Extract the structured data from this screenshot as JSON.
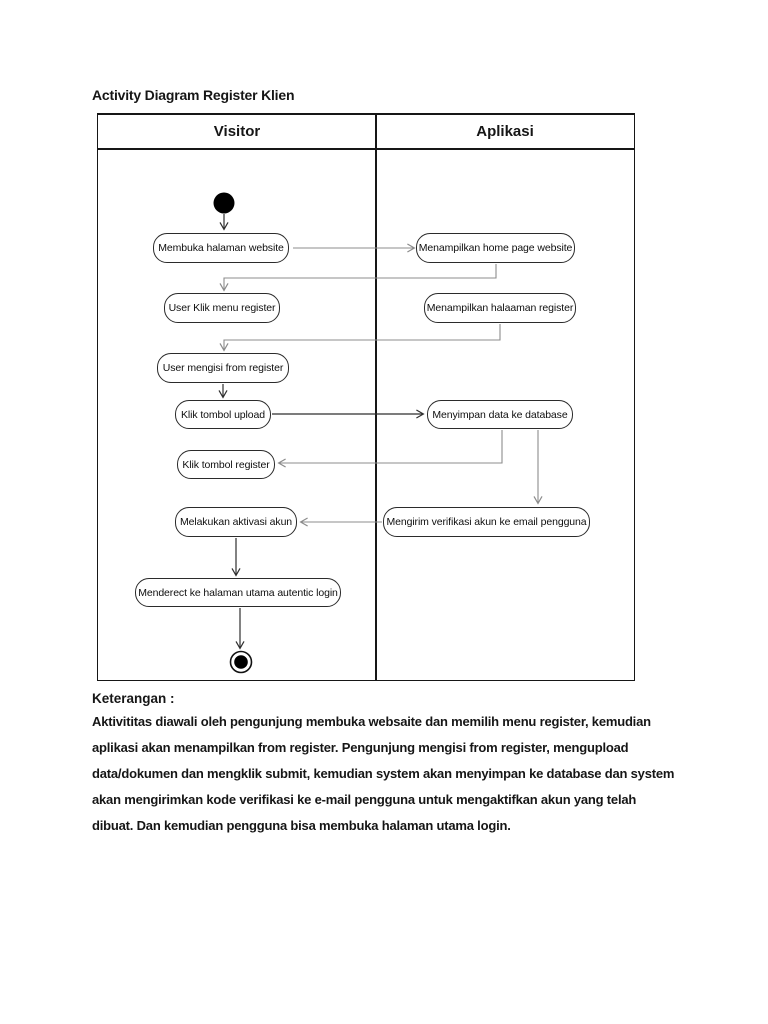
{
  "page": {
    "title": "Activity Diagram Register Klien"
  },
  "diagram": {
    "type": "uml-activity-diagram",
    "lanes": [
      {
        "label": "Visitor"
      },
      {
        "label": "Aplikasi"
      }
    ],
    "nodes": [
      {
        "id": "membuka-halaman-website",
        "lane": "Visitor",
        "label": "Membuka halaman website"
      },
      {
        "id": "menampilkan-home-page-website",
        "lane": "Aplikasi",
        "label": "Menampilkan home page website"
      },
      {
        "id": "user-klik-menu-register",
        "lane": "Visitor",
        "label": "User Klik menu register"
      },
      {
        "id": "menampilkan-halaaman-register",
        "lane": "Aplikasi",
        "label": "Menampilkan halaaman register"
      },
      {
        "id": "user-mengisi-from-register",
        "lane": "Visitor",
        "label": "User mengisi from register"
      },
      {
        "id": "klik-tombol-upload",
        "lane": "Visitor",
        "label": "Klik tombol upload"
      },
      {
        "id": "menyimpan-data-ke-database",
        "lane": "Aplikasi",
        "label": "Menyimpan data ke database"
      },
      {
        "id": "klik-tombol-register",
        "lane": "Visitor",
        "label": "Klik tombol register"
      },
      {
        "id": "melakukan-aktivasi-akun",
        "lane": "Visitor",
        "label": "Melakukan aktivasi akun"
      },
      {
        "id": "mengirim-verifikasi-akun-ke-email-pengguna",
        "lane": "Aplikasi",
        "label": "Mengirim verifikasi akun ke email pengguna"
      },
      {
        "id": "menderect-ke-halaman-utama-autentic-login",
        "lane": "Visitor",
        "label": "Menderect ke halaman utama autentic login"
      }
    ],
    "start": "initial-state",
    "end": "final-state",
    "edges": [
      {
        "from": "initial-state",
        "to": "membuka-halaman-website"
      },
      {
        "from": "membuka-halaman-website",
        "to": "menampilkan-home-page-website"
      },
      {
        "from": "menampilkan-home-page-website",
        "to": "user-klik-menu-register"
      },
      {
        "from": "menampilkan-halaaman-register",
        "to": "user-mengisi-from-register"
      },
      {
        "from": "user-mengisi-from-register",
        "to": "klik-tombol-upload"
      },
      {
        "from": "klik-tombol-upload",
        "to": "menyimpan-data-ke-database"
      },
      {
        "from": "menyimpan-data-ke-database",
        "to": "klik-tombol-register"
      },
      {
        "from": "menyimpan-data-ke-database",
        "to": "mengirim-verifikasi-akun-ke-email-pengguna"
      },
      {
        "from": "mengirim-verifikasi-akun-ke-email-pengguna",
        "to": "melakukan-aktivasi-akun"
      },
      {
        "from": "melakukan-aktivasi-akun",
        "to": "menderect-ke-halaman-utama-autentic-login"
      },
      {
        "from": "menderect-ke-halaman-utama-autentic-login",
        "to": "final-state"
      }
    ]
  },
  "keterangan": {
    "heading": "Keterangan :",
    "body": "Aktivititas diawali oleh pengunjung membuka websaite dan memilih menu register, kemudian aplikasi akan menampilkan from register. Pengunjung mengisi from register, mengupload data/dokumen dan mengklik submit, kemudian system akan menyimpan ke database dan system akan mengirimkan kode verifikasi ke e-mail pengguna untuk mengaktifkan akun yang telah dibuat. Dan kemudian pengguna bisa membuka halaman utama login."
  },
  "colors": {
    "background": "#ffffff",
    "text": "#161616",
    "node_border": "#2b2b2b",
    "edge_gray": "#8c8c8c",
    "edge_dark": "#2f2f2f"
  }
}
